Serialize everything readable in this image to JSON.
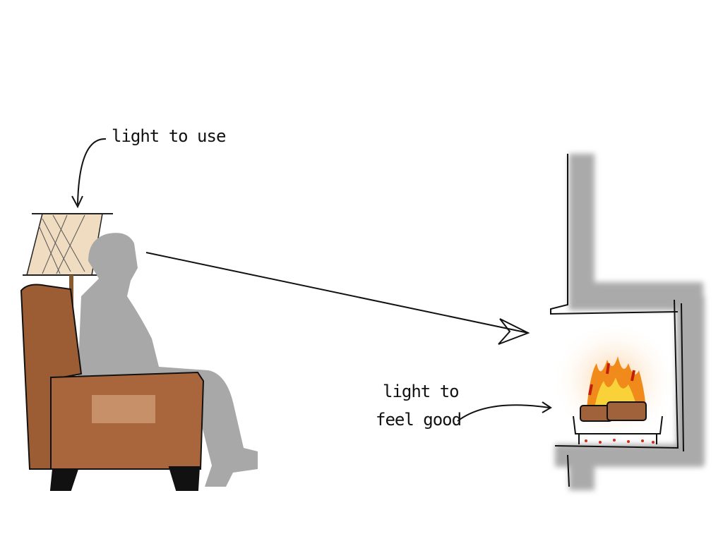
{
  "labels": {
    "task_light": "light to use",
    "fire_light_line1": "light to",
    "fire_light_line2": "feel good"
  },
  "colors": {
    "chair": "#a0623a",
    "lampshade": "#f0e0c8",
    "silhouette": "#a6a6a6",
    "wall": "#b0b0b0",
    "flame": "#f08a1a",
    "glow": "#fbd7b0"
  }
}
